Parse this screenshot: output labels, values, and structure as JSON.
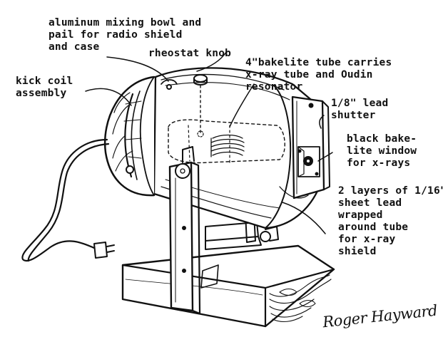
{
  "labels": {
    "mixing_bowl": "aluminum mixing bowl and\npail for radio shield\nand case",
    "rheostat": "rheostat knob",
    "kick_coil": "kick coil\nassembly",
    "bakelite_tube": "4\"bakelite tube carries\nx-ray tube and Oudin\nresonator",
    "lead_shutter": "1/8\" lead\nshutter",
    "black_window": "black bake-\nlite window\nfor x-rays",
    "lead_layers": "2 layers of 1/16\"\nsheet lead\nwrapped\naround tube\nfor x-ray\nshield"
  },
  "signature": "Roger Hayward",
  "colors": {
    "ink": "#111111",
    "paper": "#ffffff",
    "wood_grain": "#333333"
  },
  "illustration": {
    "subject": "x-ray apparatus built from mixing bowl and pail",
    "parts": [
      "aluminum drum case",
      "rheostat knob",
      "kick coil assembly",
      "bakelite tube",
      "lead shutter",
      "bakelite window",
      "lead sheet shield",
      "metal support bracket",
      "wooden base",
      "power cord with plug"
    ]
  }
}
